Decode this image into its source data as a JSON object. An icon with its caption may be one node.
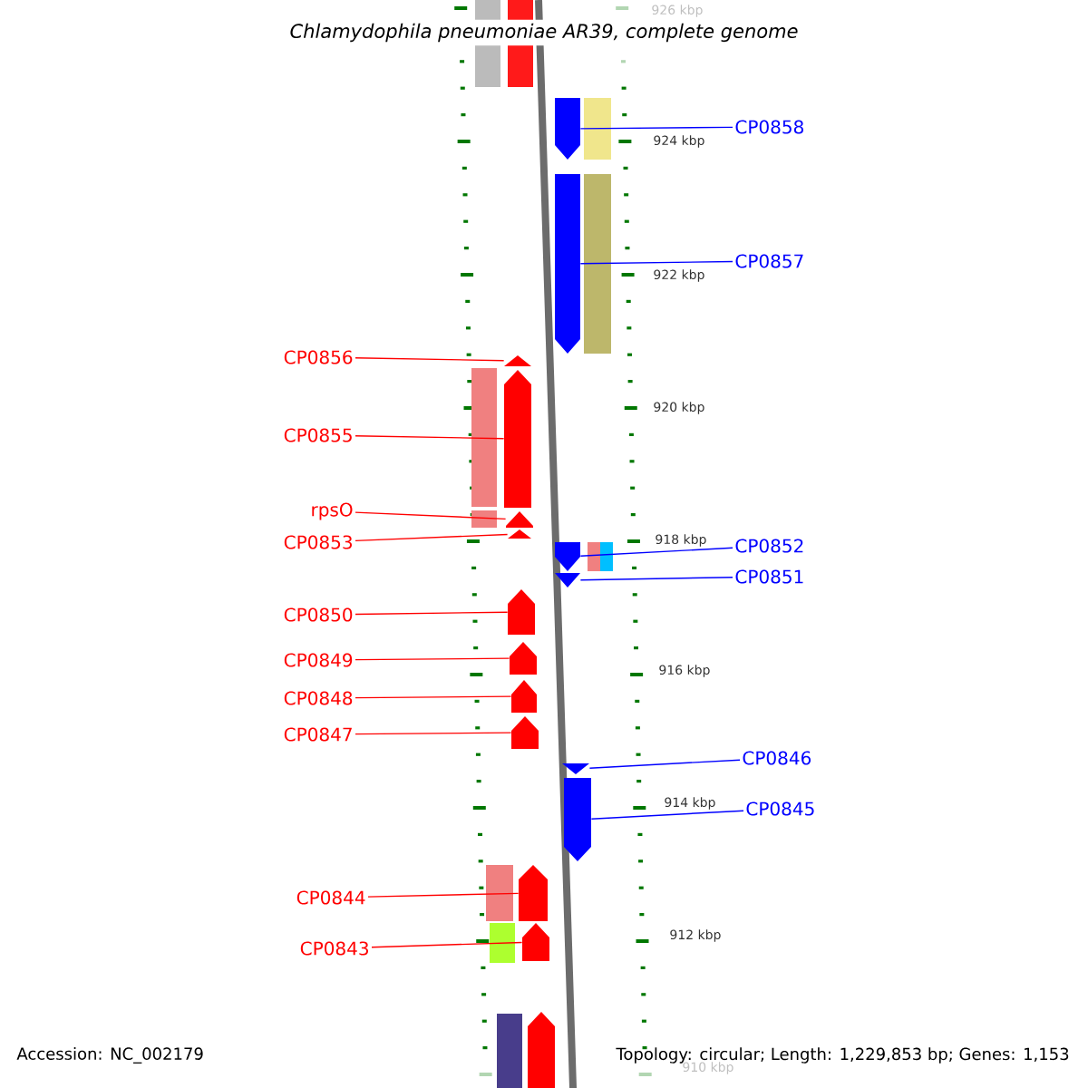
{
  "diagram": {
    "title": "Chlamydophila pneumoniae AR39, complete genome",
    "nodes": [
      {
        "text": [
          "CP0858"
        ]
      },
      {
        "text": [
          "CP0857"
        ]
      },
      {
        "text": [
          "CP0856"
        ]
      },
      {
        "text": [
          "CP0855"
        ]
      },
      {
        "text": [
          "rpsO"
        ]
      },
      {
        "text": [
          "CP0853"
        ]
      },
      {
        "text": [
          "CP0852"
        ]
      },
      {
        "text": [
          "CP0851"
        ]
      },
      {
        "text": [
          "CP0850"
        ]
      },
      {
        "text": [
          "CP0849"
        ]
      },
      {
        "text": [
          "CP0848"
        ]
      },
      {
        "text": [
          "CP0847"
        ]
      },
      {
        "text": [
          "CP0846"
        ]
      },
      {
        "text": [
          "CP0845"
        ]
      },
      {
        "text": [
          "CP0844"
        ]
      },
      {
        "text": [
          "CP0843"
        ]
      },
      {
        "text": [],
        "shape": "arrow"
      },
      {
        "text": [],
        "shape": "arrow"
      },
      {
        "text": [],
        "shape": "arrow"
      },
      {
        "text": [],
        "shape": "arrow"
      },
      {
        "text": [],
        "shape": "arrow"
      },
      {
        "text": [],
        "shape": "arrow"
      },
      {
        "text": [],
        "shape": "arrow"
      },
      {
        "text": [],
        "shape": "arrow"
      },
      {
        "text": [],
        "shape": "arrow"
      },
      {
        "text": [],
        "shape": "arrow"
      },
      {
        "text": [],
        "shape": "arrow"
      },
      {
        "text": [],
        "shape": "arrow"
      },
      {
        "text": [],
        "shape": "arrow"
      },
      {
        "text": [],
        "shape": "arrow"
      },
      {
        "text": [],
        "shape": "arrow"
      },
      {
        "text": [],
        "shape": "arrow"
      },
      {
        "text": [],
        "shape": "bar"
      },
      {
        "text": [],
        "shape": "bar"
      },
      {
        "text": [],
        "shape": "bar"
      },
      {
        "text": [],
        "shape": "bar"
      },
      {
        "text": [],
        "shape": "bar"
      },
      {
        "text": [],
        "shape": "bar"
      },
      {
        "text": [],
        "shape": "bar"
      },
      {
        "text": [],
        "shape": "bar"
      },
      {
        "text": [],
        "shape": "bar"
      },
      {
        "text": [],
        "shape": "bar"
      },
      {
        "text": [],
        "shape": "bar"
      },
      {
        "text": [],
        "shape": "arrow"
      }
    ],
    "edges": [
      {
        "from": 0,
        "to": 16,
        "arrow": "none",
        "color": "#0000ff"
      },
      {
        "from": 1,
        "to": 17,
        "arrow": "none",
        "color": "#0000ff"
      },
      {
        "from": 2,
        "to": 18,
        "arrow": "none"
      },
      {
        "from": 3,
        "to": 19,
        "arrow": "none"
      },
      {
        "from": 4,
        "to": 20,
        "arrow": "none"
      },
      {
        "from": 5,
        "to": 21,
        "arrow": "none"
      },
      {
        "from": 6,
        "to": 22,
        "arrow": "none",
        "color": "#0000ff"
      },
      {
        "from": 7,
        "to": 23,
        "arrow": "none",
        "color": "#0000ff"
      },
      {
        "from": 8,
        "to": 24,
        "arrow": "none"
      },
      {
        "from": 9,
        "to": 25,
        "arrow": "none"
      },
      {
        "from": 10,
        "to": 26,
        "arrow": "none"
      },
      {
        "from": 11,
        "to": 27,
        "arrow": "none"
      },
      {
        "from": 12,
        "to": 28,
        "arrow": "none",
        "color": "#0000ff"
      },
      {
        "from": 13,
        "to": 29,
        "arrow": "none",
        "color": "#0000ff"
      },
      {
        "from": 14,
        "to": 30,
        "arrow": "none"
      },
      {
        "from": 15,
        "to": 31,
        "arrow": "none"
      }
    ],
    "labels": [
      "926 kbp",
      "924 kbp",
      "922 kbp",
      "920 kbp",
      "918 kbp",
      "916 kbp",
      "914 kbp",
      "912 kbp",
      "910 kbp",
      "Accession: NC_002179",
      "Topology: circular; Length: 1,229,853 bp; Genes: 1,153"
    ]
  }
}
